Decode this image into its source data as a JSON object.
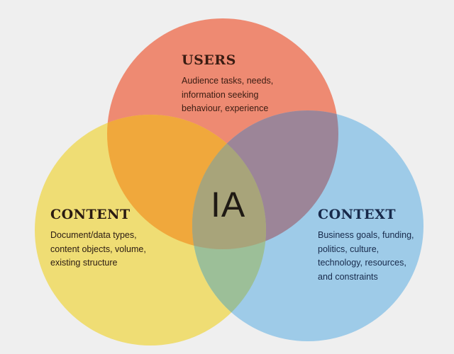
{
  "diagram": {
    "type": "venn",
    "background": "#efefef",
    "center_label": "IA",
    "circles": [
      {
        "id": "users",
        "title": "USERS",
        "description_lines": [
          "Audience tasks, needs,",
          "information seeking",
          "behaviour, experience"
        ],
        "color": "#ee8a72"
      },
      {
        "id": "content",
        "title": "CONTENT",
        "description_lines": [
          "Document/data types,",
          "content objects, volume,",
          "existing structure"
        ],
        "color": "#efdd74"
      },
      {
        "id": "context",
        "title": "CONTEXT",
        "description_lines": [
          "Business goals, funding,",
          "politics, culture,",
          "technology, resources,",
          "and constraints"
        ],
        "color": "#9ecbe8"
      }
    ],
    "overlap_colors": {
      "users_content": "#f0a83c",
      "users_context": "#9c8598",
      "content_context": "#9cbf98",
      "all": "#a8a47a"
    }
  }
}
